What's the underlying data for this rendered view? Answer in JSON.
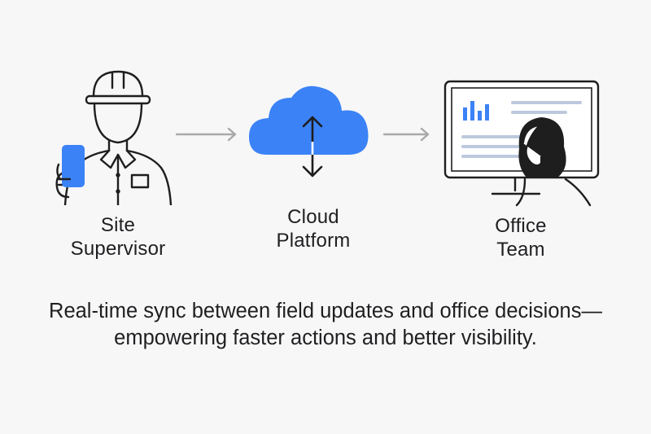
{
  "nodes": {
    "supervisor": {
      "line1": "Site",
      "line2": "Supervisor"
    },
    "cloud": {
      "line1": "Cloud",
      "line2": "Platform"
    },
    "office": {
      "line1": "Office",
      "line2": "Team"
    }
  },
  "caption": "Real-time sync between field updates and office decisions—empowering faster actions and better visibility.",
  "colors": {
    "accent": "#3b82f6",
    "stroke": "#1e1e1e",
    "arrow": "#a9a9a9",
    "background": "#f7f7f7"
  },
  "icons": {
    "supervisor": "construction-worker-icon",
    "cloud": "cloud-sync-icon",
    "office": "office-monitor-icon"
  }
}
